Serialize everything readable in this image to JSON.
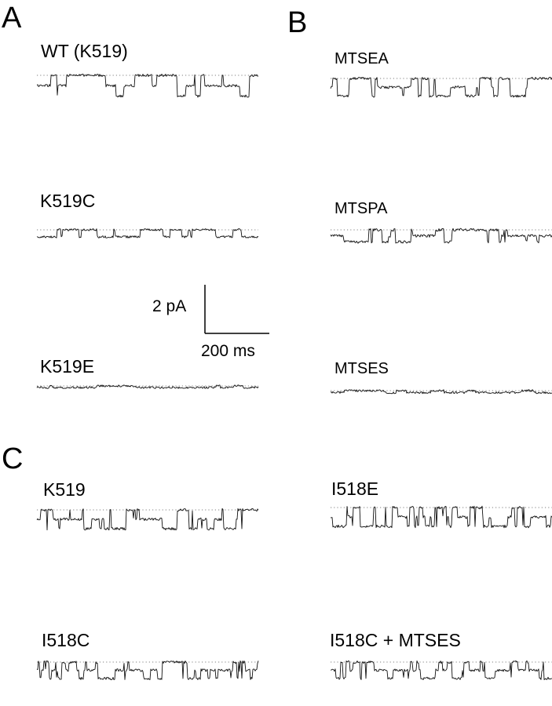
{
  "panels": {
    "a": {
      "letter": "A"
    },
    "b": {
      "letter": "B"
    },
    "c": {
      "letter": "C"
    }
  },
  "traces": {
    "wt_k519": {
      "label": "WT (K519)",
      "amplitude": 0.8
    },
    "k519c": {
      "label": "K519C",
      "amplitude": 0.3
    },
    "k519e": {
      "label": "K519E",
      "amplitude": 0.05
    },
    "mtsea": {
      "label": "MTSEA",
      "amplitude": 0.7
    },
    "mtspa": {
      "label": "MTSPA",
      "amplitude": 0.55
    },
    "mtses": {
      "label": "MTSES",
      "amplitude": 0.12
    },
    "k519": {
      "label": "K519",
      "amplitude": 0.8
    },
    "i518e": {
      "label": "I518E",
      "amplitude": 0.8
    },
    "i518c": {
      "label": "I518C",
      "amplitude": 0.8
    },
    "i518c_mtses": {
      "label": "I518C + MTSES",
      "amplitude": 0.8
    }
  },
  "scale_bar": {
    "current_label": "2 pA",
    "time_label": "200 ms"
  }
}
